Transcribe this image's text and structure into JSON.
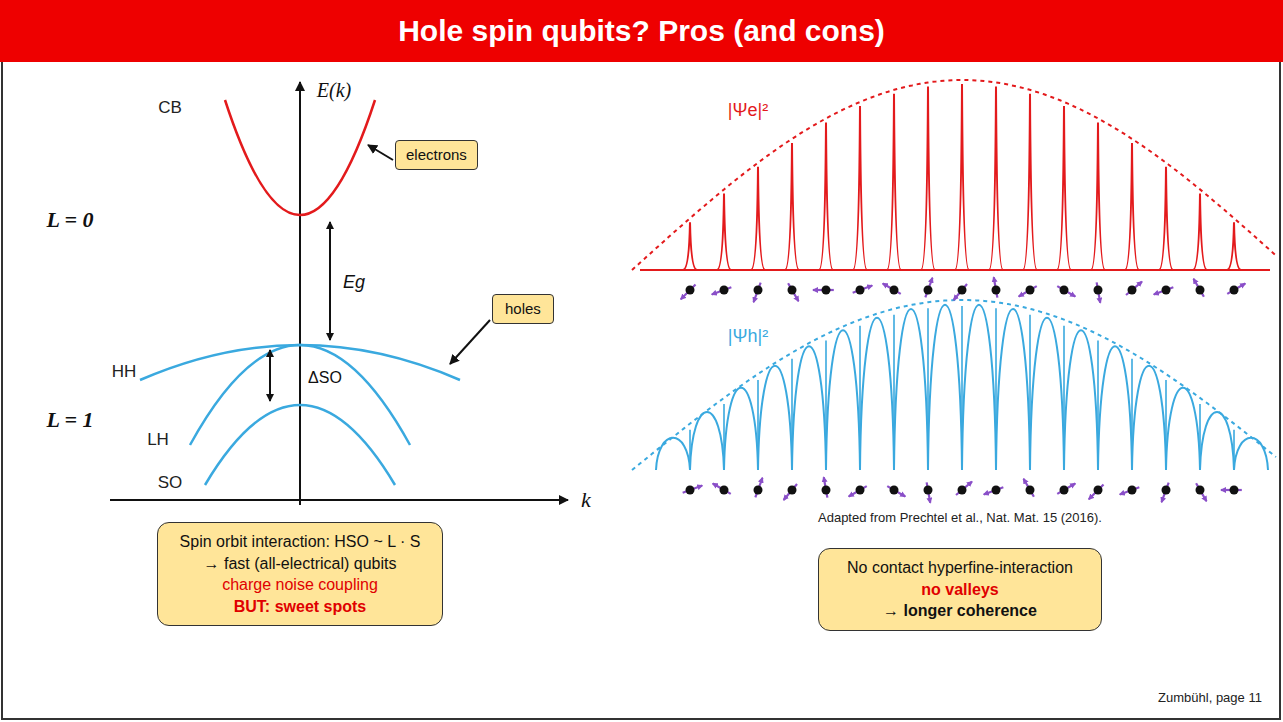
{
  "diagram": {
    "title": "Hole spin qubits? Pros (and cons)",
    "caption": "Adapted from Prechtel et al., Nat. Mat. 15 (2016).",
    "nodes": [
      {
        "text": [
          "electrons"
        ]
      },
      {
        "text": [
          "holes"
        ]
      },
      {
        "text": [
          "Spin orbit interaction: HSO ~ L · S",
          "→ fast (all-electrical) qubits",
          "charge noise coupling",
          "BUT: sweet spots"
        ]
      },
      {
        "text": [
          "No contact hyperfine-interaction",
          "no valleys",
          "→ longer coherence"
        ]
      }
    ],
    "edges": [],
    "labels": [
      "E(k)",
      "k",
      "CB",
      "HH",
      "LH",
      "SO",
      "L = 0",
      "L = 1",
      "Eg",
      "ΔSO",
      "|Ψe|²",
      "|Ψh|²",
      "Zumbühl, page 11"
    ]
  }
}
